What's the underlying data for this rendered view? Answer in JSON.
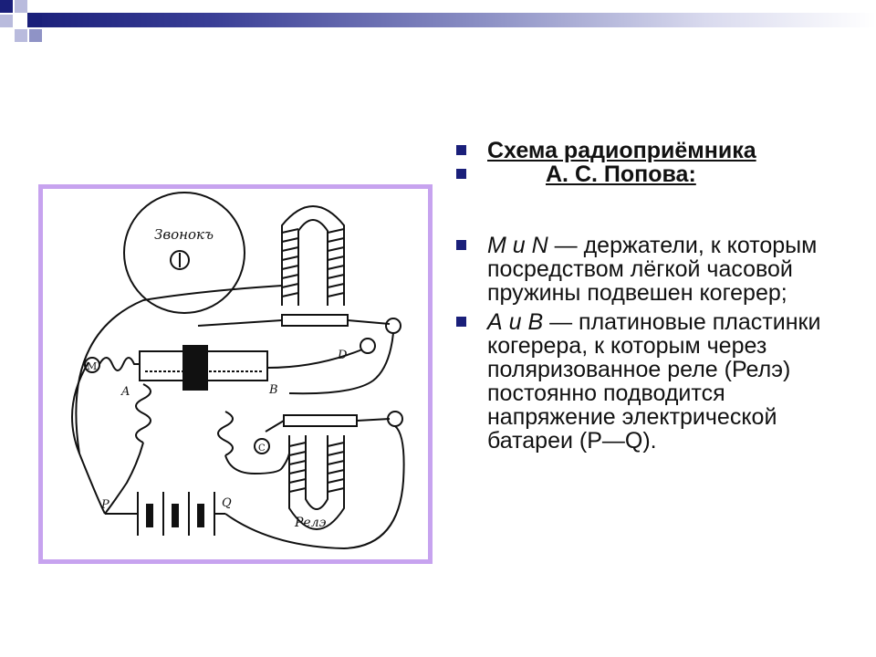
{
  "slide": {
    "title_line1": "Схема радиоприёмника ",
    "title_line2": "А. С. Попова:",
    "item1_italic": " М и N",
    "item1_text": " — держатели, к которым посредством лёгкой часовой пружины подвешен когерер;",
    "item2_italic": "А и В",
    "item2_text": " — платиновые пластинки когерера, к которым через поляризованное реле (Релэ) постоянно подводится напряжение электрической батареи (Р—Q)."
  },
  "diagram": {
    "label_bell": "Звонокъ",
    "label_M": "М",
    "label_N": "D",
    "label_A": "A",
    "label_B": "B",
    "label_C": "C",
    "label_P": "P",
    "label_Q": "Q",
    "label_relay": "Релэ"
  },
  "colors": {
    "band": "#1a1f7a",
    "frame": "#c7a3ef",
    "bullet": "#1a1f7a"
  }
}
